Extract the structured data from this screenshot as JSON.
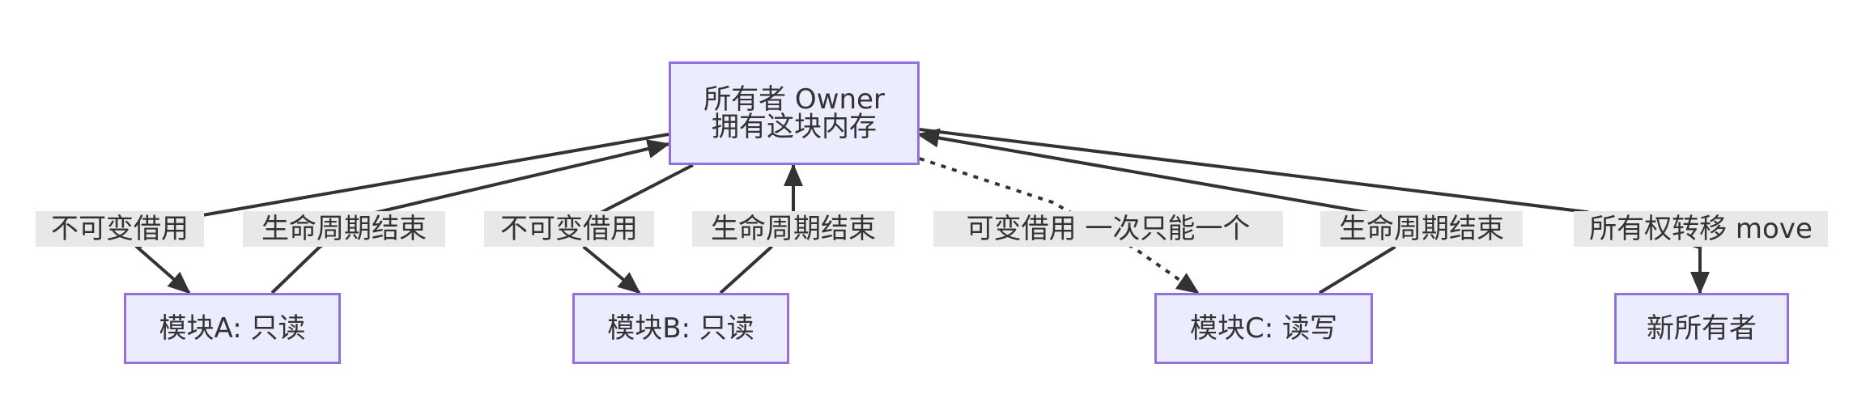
{
  "diagram": {
    "type": "flowchart",
    "nodes": {
      "owner": {
        "line1": "所有者 Owner",
        "line2": "拥有这块内存"
      },
      "module_a": {
        "label": "模块A: 只读"
      },
      "module_b": {
        "label": "模块B: 只读"
      },
      "module_c": {
        "label": "模块C: 读写"
      },
      "new_owner": {
        "label": "新所有者"
      }
    },
    "edge_labels": {
      "owner_to_a": "不可变借用",
      "a_to_owner": "生命周期结束",
      "owner_to_b": "不可变借用",
      "b_to_owner": "生命周期结束",
      "owner_to_c": "可变借用 一次只能一个",
      "c_to_owner": "生命周期结束",
      "owner_to_new": "所有权转移 move"
    },
    "edges": [
      {
        "from": "owner",
        "to": "module_a",
        "label_key": "owner_to_a",
        "style": "solid"
      },
      {
        "from": "module_a",
        "to": "owner",
        "label_key": "a_to_owner",
        "style": "solid"
      },
      {
        "from": "owner",
        "to": "module_b",
        "label_key": "owner_to_b",
        "style": "solid"
      },
      {
        "from": "module_b",
        "to": "owner",
        "label_key": "b_to_owner",
        "style": "solid"
      },
      {
        "from": "owner",
        "to": "module_c",
        "label_key": "owner_to_c",
        "style": "dotted"
      },
      {
        "from": "module_c",
        "to": "owner",
        "label_key": "c_to_owner",
        "style": "solid"
      },
      {
        "from": "owner",
        "to": "new_owner",
        "label_key": "owner_to_new",
        "style": "solid"
      }
    ],
    "colors": {
      "node_fill": "#ECECFF",
      "node_border": "#9370DB",
      "edge": "#333333",
      "label_bg": "#e8e8e8",
      "text": "#333333"
    }
  }
}
